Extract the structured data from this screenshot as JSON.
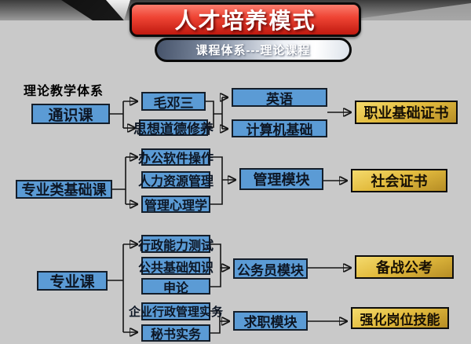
{
  "header": {
    "title": "人才培养模式",
    "subtitle": "课程体系---理论课程"
  },
  "section": {
    "heading": "理论教学体系"
  },
  "nodes": {
    "general_course": "通识课",
    "mao_deng_san": "毛邓三",
    "ideological_moral": "思想道德修养",
    "english": "英语",
    "computer_basics": "计算机基础",
    "vocational_cert": "职业基础证书",
    "professional_foundation": "专业类基础课",
    "office_software": "办公软件操作",
    "hr_management": "人力资源管理",
    "management_psychology": "管理心理学",
    "management_module": "管理模块",
    "social_cert": "社会证书",
    "professional_course": "专业课",
    "admin_ability_test": "行政能力测试",
    "public_basic_knowledge": "公共基础知识",
    "shenlun": "申论",
    "enterprise_admin_practice": "企业行政管理实务",
    "secretary_practice": "秘书实务",
    "civil_servant_module": "公务员模块",
    "civil_exam_prep": "备战公考",
    "job_seeking_module": "求职模块",
    "job_skills": "强化岗位技能"
  },
  "flows": [
    {
      "from": "通识课",
      "to": [
        "毛邓三",
        "思想道德修养"
      ]
    },
    {
      "from": [
        "毛邓三",
        "思想道德修养"
      ],
      "to": [
        "英语",
        "计算机基础"
      ]
    },
    {
      "from": [
        "英语",
        "计算机基础"
      ],
      "to": "职业基础证书"
    },
    {
      "from": "专业类基础课",
      "to": [
        "办公软件操作",
        "管理心理学"
      ]
    },
    {
      "from": [
        "办公软件操作",
        "人力资源管理",
        "管理心理学"
      ],
      "to": "管理模块"
    },
    {
      "from": "管理模块",
      "to": "社会证书"
    },
    {
      "from": "专业课",
      "to": [
        "行政能力测试",
        "秘书实务"
      ]
    },
    {
      "from": [
        "行政能力测试",
        "公共基础知识",
        "申论"
      ],
      "to": "公务员模块"
    },
    {
      "from": "公务员模块",
      "to": "备战公考"
    },
    {
      "from": [
        "企业行政管理实务",
        "秘书实务"
      ],
      "to": "求职模块"
    },
    {
      "from": "求职模块",
      "to": "强化岗位技能"
    }
  ],
  "colors": {
    "banner_red": "#e8392c",
    "box_blue": "#5b9bd5",
    "cert_gold": "#d9ae34",
    "line": "#151515",
    "background": "#c9c9c9",
    "top_band": "#6f6f6f"
  }
}
